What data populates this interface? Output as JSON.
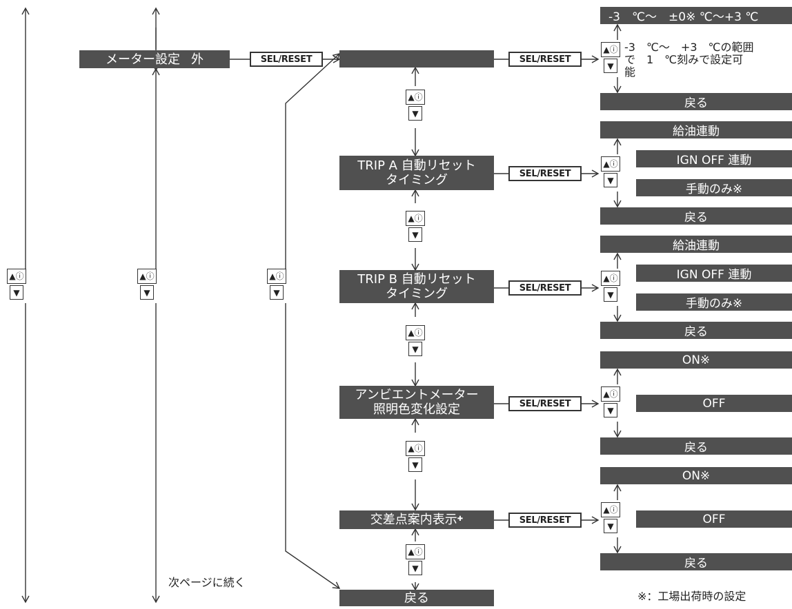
{
  "meter_settings": {
    "label": "メーター設定",
    "suffix": "外"
  },
  "center_items": [
    {
      "line1": "",
      "line2": ""
    },
    {
      "line1": "TRIP A 自動リセット",
      "line2": "タイミング"
    },
    {
      "line1": "TRIP B 自動リセット",
      "line2": "タイミング"
    },
    {
      "line1": "アンビエントメーター",
      "line2": "照明色変化設定"
    },
    {
      "line1": "交差点案内表示",
      "line2": ""
    }
  ],
  "center_back": "戻る",
  "buttons": {
    "sel_reset": "SEL/RESET"
  },
  "nav": {
    "up": "▲ⓘ",
    "down": "▼"
  },
  "temp_group": {
    "range_bar": "-3　℃～　±0※ ℃～+3 ℃",
    "desc_line1": "-3　℃～　+3　℃の範囲",
    "desc_line2": "で　1　℃刻みで設定可",
    "desc_line3": "能",
    "back": "戻る"
  },
  "trip_a_options": [
    "給油連動",
    "IGN OFF 連動",
    "手動のみ※",
    "戻る"
  ],
  "trip_b_options": [
    "給油連動",
    "IGN OFF 連動",
    "手動のみ※",
    "戻る"
  ],
  "ambient_options": [
    "ON※",
    "OFF",
    "戻る"
  ],
  "intersection_options": [
    "ON※",
    "OFF",
    "戻る"
  ],
  "marks": {
    "ref": "※",
    "plus": "✚"
  },
  "continued_text": "次ページに続く",
  "footnote": "※：工場出荷時の設定"
}
